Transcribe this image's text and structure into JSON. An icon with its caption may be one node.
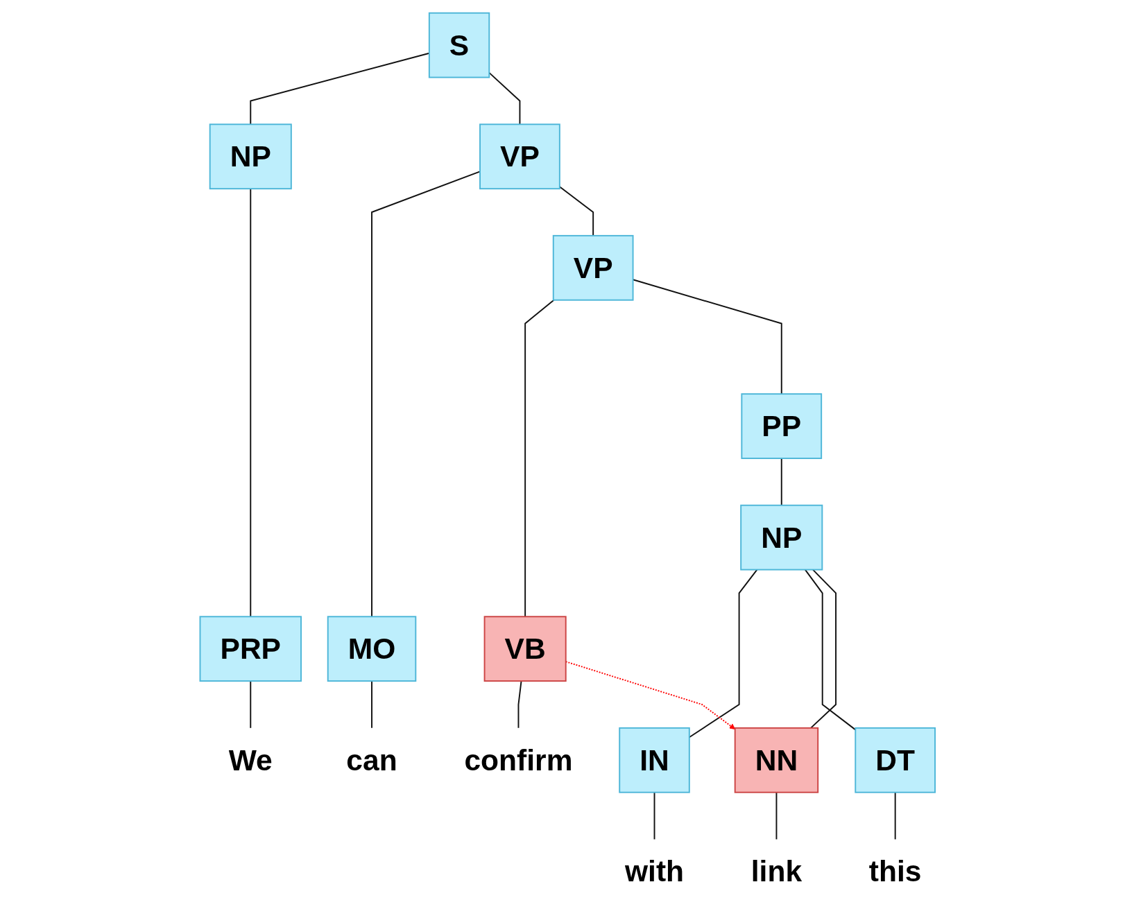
{
  "diagram": {
    "nodes": [
      {
        "text": [
          "S"
        ]
      },
      {
        "text": [
          "NP"
        ]
      },
      {
        "text": [
          "VP"
        ]
      },
      {
        "text": [
          "VP"
        ]
      },
      {
        "text": [
          "PP"
        ]
      },
      {
        "text": [
          "NP"
        ]
      },
      {
        "text": [
          "PRP"
        ]
      },
      {
        "text": [
          "MO"
        ]
      },
      {
        "text": [
          "VB"
        ]
      },
      {
        "text": [
          "IN"
        ]
      },
      {
        "text": [
          "DT"
        ]
      },
      {
        "text": [
          "NN"
        ]
      },
      {
        "text": [
          "We"
        ]
      },
      {
        "text": [
          "can"
        ]
      },
      {
        "text": [
          "confirm"
        ]
      },
      {
        "text": [
          "with"
        ]
      },
      {
        "text": [
          "this"
        ]
      },
      {
        "text": [
          "link"
        ]
      }
    ],
    "edges": [
      {
        "from": 0,
        "to": 1,
        "arrow": "none"
      },
      {
        "from": 0,
        "to": 2,
        "arrow": "none"
      },
      {
        "from": 1,
        "to": 6,
        "arrow": "none"
      },
      {
        "from": 2,
        "to": 7,
        "arrow": "none"
      },
      {
        "from": 2,
        "to": 3,
        "arrow": "none"
      },
      {
        "from": 3,
        "to": 8,
        "arrow": "none"
      },
      {
        "from": 3,
        "to": 4,
        "arrow": "none"
      },
      {
        "from": 4,
        "to": 5,
        "arrow": "none"
      },
      {
        "from": 5,
        "to": 9,
        "arrow": "none"
      },
      {
        "from": 5,
        "to": 10,
        "arrow": "none"
      },
      {
        "from": 5,
        "to": 11,
        "arrow": "none"
      },
      {
        "from": 6,
        "to": 12,
        "arrow": "none"
      },
      {
        "from": 7,
        "to": 13,
        "arrow": "none"
      },
      {
        "from": 8,
        "to": 14,
        "arrow": "none"
      },
      {
        "from": 9,
        "to": 15,
        "arrow": "none"
      },
      {
        "from": 10,
        "to": 16,
        "arrow": "none"
      },
      {
        "from": 11,
        "to": 17,
        "arrow": "none"
      },
      {
        "from": 8,
        "to": 11,
        "arrow": "to",
        "style": "dashed",
        "color": "#ff0000"
      }
    ]
  }
}
